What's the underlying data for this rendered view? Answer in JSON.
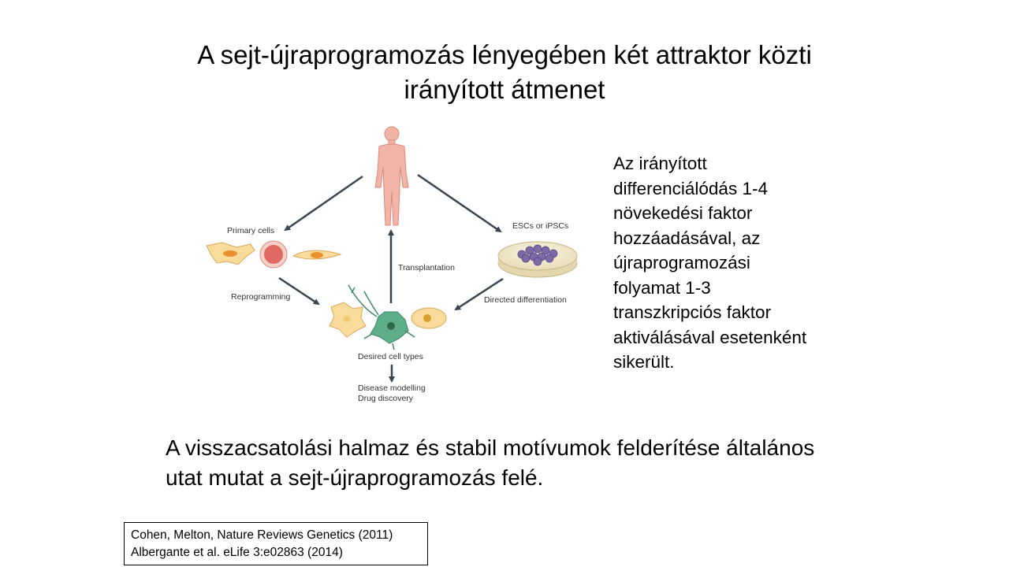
{
  "slide": {
    "title_lines": [
      "A sejt-újraprogramozás  lényegében két attraktor közti",
      "irányított átmenet"
    ],
    "side_text_lines": [
      "Az irányított",
      "differenciálódás 1-4",
      "növekedési faktor",
      "hozzáadásával, az",
      "újraprogramozási",
      "folyamat 1-3",
      "transzkripciós faktor",
      "aktiválásával esetenként",
      "sikerült."
    ],
    "bottom_text_lines": [
      "A visszacsatolási halmaz és stabil motívumok felderítése általános",
      "utat mutat a sejt-újraprogramozás felé."
    ],
    "references": [
      "Cohen, Melton, Nature Reviews Genetics (2011)",
      "Albergante et al. eLife 3:e02863 (2014)"
    ]
  },
  "diagram": {
    "labels": {
      "primary_cells": "Primary cells",
      "escs": "ESCs or iPSCs",
      "transplantation": "Transplantation",
      "reprogramming": "Reprogramming",
      "directed_differentiation": "Directed differentiation",
      "desired_cell_types": "Desired cell types",
      "disease_modelling": "Disease modelling",
      "drug_discovery": "Drug discovery"
    },
    "colors": {
      "arrow": "#3a4550",
      "human_body": "#f2b4a6",
      "cell_fill": "#f9dc9c",
      "cell_nucleus": "#e8922e",
      "round_cell": "#e06a62",
      "colony": "#7a6aa6",
      "dish": "#f2ecd2",
      "neuron": "#5fae8a"
    }
  }
}
